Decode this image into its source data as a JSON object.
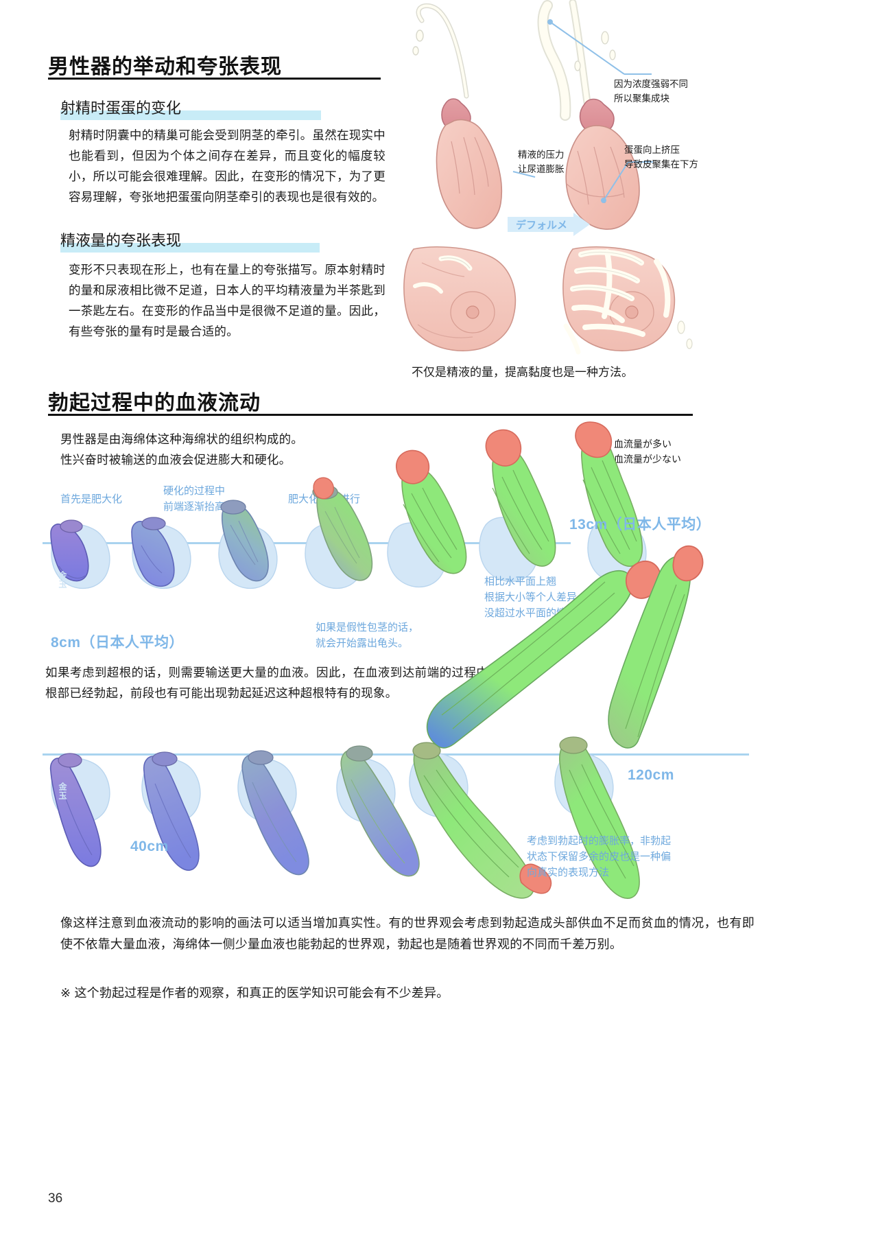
{
  "page": {
    "number": "36"
  },
  "section1": {
    "title": "男性器的举动和夸张表现",
    "sub1": {
      "heading": "射精时蛋蛋的变化",
      "body": "射精时阴囊中的精巢可能会受到阴茎的牵引。虽然在现实中也能看到，但因为个体之间存在差异，而且变化的幅度较小，所以可能会很难理解。因此，在变形的情况下，为了更容易理解，夸张地把蛋蛋向阴茎牵引的表现也是很有效的。"
    },
    "sub2": {
      "heading": "精液量的夸张表现",
      "body": "变形不只表现在形上，也有在量上的夸张描写。原本射精时的量和尿液相比微不足道，日本人的平均精液量为半茶匙到一茶匙左右。在变形的作品当中是很微不足道的量。因此，有些夸张的量有时是最合适的。"
    },
    "callouts": {
      "concentration": "因为浓度强弱不同\n所以聚集成块",
      "balls_up": "蛋蛋向上挤压\n导致皮聚集在下方",
      "pressure": "精液的压力\n让尿道膨胀",
      "deform_badge": "デフォルメ"
    },
    "figure_caption": "不仅是精液的量，提高黏度也是一种方法。"
  },
  "section2": {
    "title": "勃起过程中的血液流动",
    "intro": "男性器是由海绵体这种海绵状的组织构成的。\n性兴奋时被输送的血液会促进膨大和硬化。",
    "legend": [
      {
        "color": "#8ee87a",
        "label": "：血流量が多い"
      },
      {
        "color": "#6c6ce0",
        "label": "：血流量が少ない"
      }
    ],
    "row1_stage_labels": [
      "首先是肥大化",
      "硬化的过程中\n前端逐渐抬高",
      "肥大化也在进行"
    ],
    "row1_notes": {
      "phimosis": "如果是假性包茎的话，\n就会开始露出龟头。",
      "above_water": "相比水平面上翘\n根据大小等个人差异，也有\n没超过水平面的情况。"
    },
    "row1_sizes": {
      "start": "8cm（日本人平均）",
      "end": "13cm（日本人平均）"
    },
    "mid_paragraph": "如果考虑到超根的话，则需要输送更大量的血液。因此，在血液到达前端的过程中，即使根部已经勃起，前段也有可能出现勃起延迟这种超根特有的现象。",
    "row2_sizes": {
      "mid": "40cm",
      "end": "120cm"
    },
    "row2_note": "考虑到勃起时的膨胀率，非勃起\n状态下保留多余的皮也是一种偏\n向真实的表现方法",
    "ball_label": "金玉",
    "closing": "像这样注意到血液流动的影响的画法可以适当增加真实性。有的世界观会考虑到勃起造成头部供血不足而贫血的情况，也有即使不依靠大量血液，海绵体一侧少量血液也能勃起的世界观，勃起也是随着世界观的不同而千差万别。",
    "footnote": "※ 这个勃起过程是作者的观察，和真正的医学知识可能会有不少差异。"
  }
}
